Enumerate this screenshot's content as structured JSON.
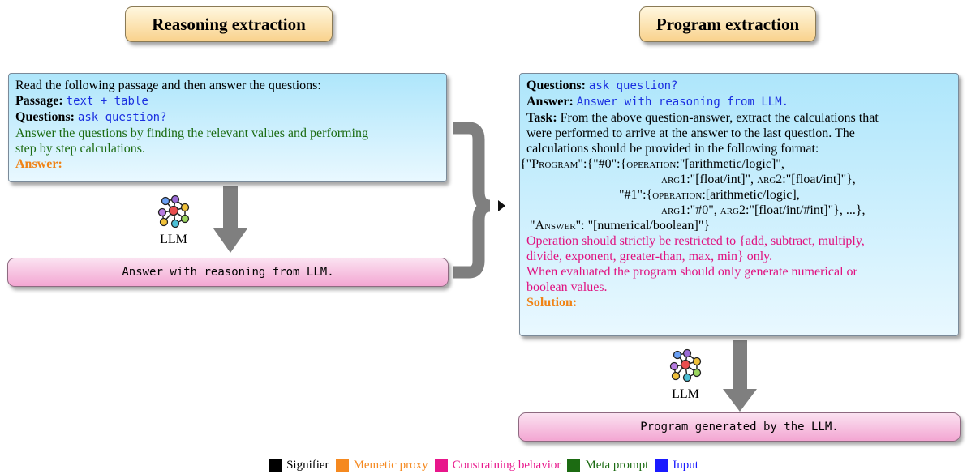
{
  "left": {
    "title": "Reasoning extraction",
    "intro": "Read the following passage and then answer the questions:",
    "passage_label": "Passage:",
    "passage_value": "text + table",
    "questions_label": "Questions:",
    "questions_value": "ask question?",
    "meta_line1": "Answer the questions by finding the relevant values and performing",
    "meta_line2": "step by step calculations.",
    "answer_label": "Answer:",
    "llm_label": "LLM",
    "output": "Answer with reasoning from LLM."
  },
  "right": {
    "title": "Program extraction",
    "questions_label": "Questions:",
    "questions_value": "ask question?",
    "answer_label": "Answer:",
    "answer_value": "Answer with reasoning from LLM.",
    "task_label": "Task:",
    "task_line1": "From the above question-answer, extract the calculations that",
    "task_line2": "were performed to arrive at the answer to the last question.  The",
    "task_line3": "calculations should be provided in the following format:",
    "fmt_a": "{\"",
    "fmt_program": "Program",
    "fmt_b": "\":{\"#0\":{",
    "fmt_operation": "operation",
    "fmt_c": ":\"[arithmetic/logic]\",",
    "fmt_arg1": "arg1",
    "fmt_d": ":\"[float/int]\", ",
    "fmt_arg2": "arg2",
    "fmt_e": ":\"[float/int]\"},",
    "fmt_f": "\"#1\":{",
    "fmt_operation2": "operation",
    "fmt_g": ":[arithmetic/logic],",
    "fmt_arg1b": "arg1",
    "fmt_h": ":\"#0\", ",
    "fmt_arg2b": "arg2",
    "fmt_i": ":\"[float/int/#int]\"}, ...},",
    "fmt_j": "\"",
    "fmt_answer": "Answer",
    "fmt_k": "\": \"[numerical/boolean]\"}",
    "cons_line1": "Operation should strictly be restricted to {add, subtract, multiply,",
    "cons_line2": "divide, exponent, greater-than, max, min} only.",
    "cons_line3": "When evaluated the program should only generate numerical or",
    "cons_line4": "boolean values.",
    "solution_label": "Solution:",
    "llm_label": "LLM",
    "output": "Program generated by the LLM."
  },
  "legend": [
    {
      "label": "Signifier",
      "color": "#000000"
    },
    {
      "label": "Memetic proxy",
      "color": "#f5891f"
    },
    {
      "label": "Constraining behavior",
      "color": "#e8168b"
    },
    {
      "label": "Meta prompt",
      "color": "#1c6b12"
    },
    {
      "label": "Input",
      "color": "#1a1aff"
    }
  ]
}
